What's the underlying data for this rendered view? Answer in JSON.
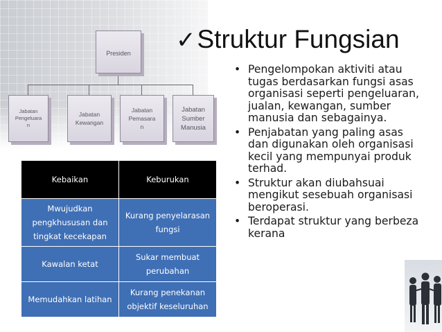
{
  "title": {
    "check": "✓",
    "text": "Struktur Fungsian"
  },
  "org_chart": {
    "top": "Presiden",
    "children": [
      [
        "Jabatan",
        "Pengeluara",
        "n"
      ],
      [
        "Jabatan",
        "Kewangan"
      ],
      [
        "Jabatan",
        "Pemasara",
        "n"
      ],
      [
        "Jabatan",
        "Sumber",
        "Manusia"
      ]
    ]
  },
  "table": {
    "headers": [
      "Kebaikan",
      "Keburukan"
    ],
    "rows": [
      [
        "Mwujudkan pengkhususan dan tingkat kecekapan",
        "Kurang penyelarasan fungsi"
      ],
      [
        "Kawalan ketat",
        "Sukar membuat perubahan"
      ],
      [
        "Memudahkan latihan",
        "Kurang penekanan objektif keseluruhan"
      ]
    ]
  },
  "bullets": {
    "mark": "•",
    "items": [
      "Pengelompokan aktiviti atau tugas berdasarkan fungsi asas organisasi seperti pengeluaran, jualan, kewangan, sumber manusia dan sebagainya.",
      "Penjabatan yang paling asas dan digunakan oleh organisasi kecil yang mempunyai produk terhad.",
      "Struktur akan diubahsuai mengikut sesebuah organisasi beroperasi.",
      "Terdapat struktur yang berbeza kerana"
    ]
  },
  "colors": {
    "table_header": "#000000",
    "table_cell": "#3f6fb5",
    "box_border": "#8f8798"
  }
}
